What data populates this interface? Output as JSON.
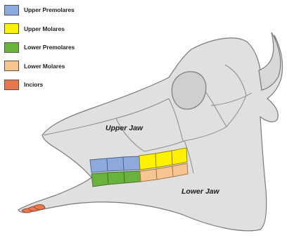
{
  "legend": {
    "items": [
      {
        "key": "upper_premolares",
        "label": "Upper Premolares",
        "color": "#8ea9db"
      },
      {
        "key": "upper_molares",
        "label": "Upper Molares",
        "color": "#fff200"
      },
      {
        "key": "lower_premolares",
        "label": "Lower Premolares",
        "color": "#6ab23e"
      },
      {
        "key": "lower_molares",
        "label": "Lower Molares",
        "color": "#f7c58f"
      },
      {
        "key": "inciors",
        "label": "Inciors",
        "color": "#e8794f"
      }
    ]
  },
  "labels": {
    "upper_jaw": "Upper Jaw",
    "lower_jaw": "Lower Jaw"
  },
  "colors": {
    "skull_fill": "#e0e0e0",
    "skull_stroke": "#7a7a7a",
    "orbit_fill": "#cfcfcf"
  }
}
